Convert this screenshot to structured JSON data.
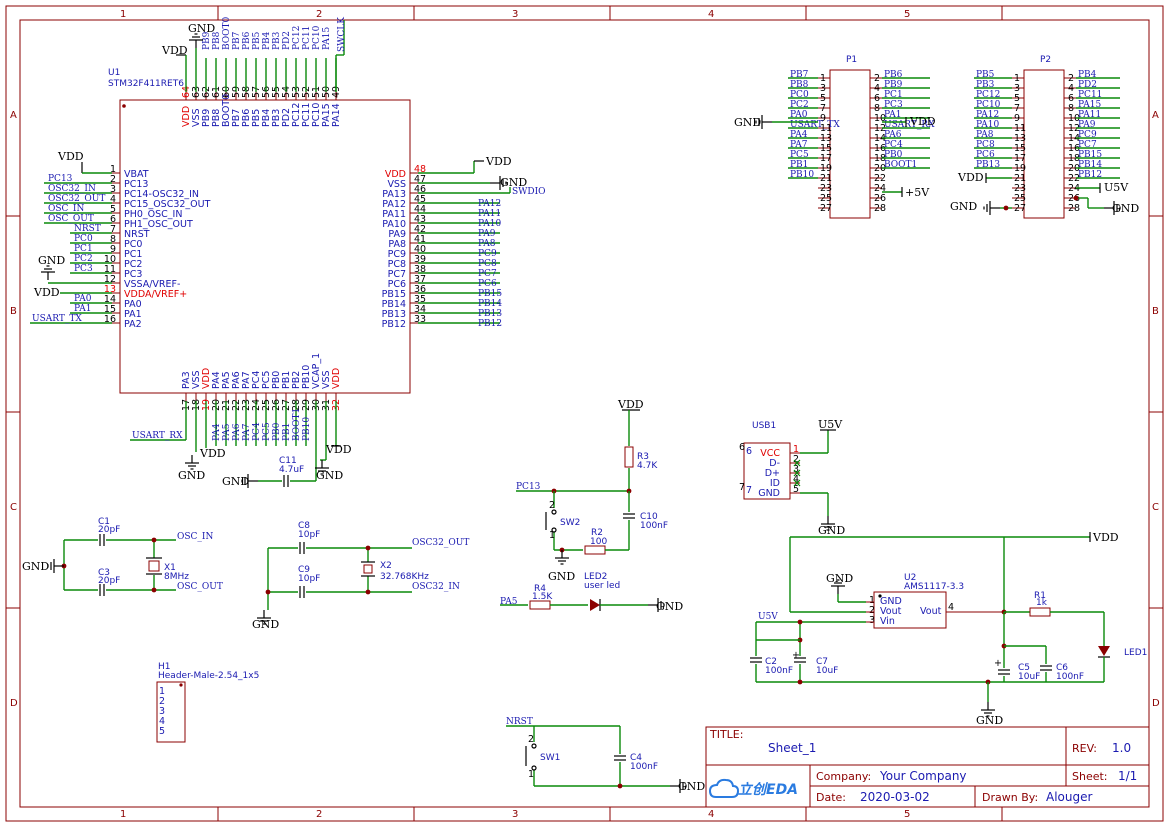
{
  "title_block": {
    "title_label": "TITLE:",
    "title": "Sheet_1",
    "rev_label": "REV:",
    "rev": "1.0",
    "company_label": "Company:",
    "company": "Your Company",
    "sheet_label": "Sheet:",
    "sheet": "1/1",
    "date_label": "Date:",
    "date": "2020-03-02",
    "drawn_label": "Drawn By:",
    "drawn": "Alouger",
    "logo_text": "立创EDA"
  },
  "grid": {
    "cols": [
      "1",
      "2",
      "3",
      "4",
      "5"
    ],
    "rows": [
      "A",
      "B",
      "C",
      "D"
    ]
  },
  "u1": {
    "ref": "U1",
    "part": "STM32F411RET6",
    "top_pins": [
      {
        "num": "64",
        "name": "VDD",
        "net": "",
        "red": true
      },
      {
        "num": "63",
        "name": "VSS",
        "net": "GND"
      },
      {
        "num": "62",
        "name": "PB9",
        "net": "PB9"
      },
      {
        "num": "61",
        "name": "PB8",
        "net": "PB8"
      },
      {
        "num": "60",
        "name": "BOOT0",
        "net": "BOOT0"
      },
      {
        "num": "59",
        "name": "PB7",
        "net": "PB7"
      },
      {
        "num": "58",
        "name": "PB6",
        "net": "PB6"
      },
      {
        "num": "57",
        "name": "PB5",
        "net": "PB5"
      },
      {
        "num": "56",
        "name": "PB4",
        "net": "PB4"
      },
      {
        "num": "55",
        "name": "PB3",
        "net": "PB3"
      },
      {
        "num": "54",
        "name": "PD2",
        "net": "PD2"
      },
      {
        "num": "53",
        "name": "PC12",
        "net": "PC12"
      },
      {
        "num": "52",
        "name": "PC11",
        "net": "PC11"
      },
      {
        "num": "51",
        "name": "PC10",
        "net": "PC10"
      },
      {
        "num": "50",
        "name": "PA15",
        "net": "PA15"
      },
      {
        "num": "49",
        "name": "PA14",
        "net": "SWCLK"
      }
    ],
    "left_pins": [
      {
        "num": "1",
        "name": "VBAT",
        "net": ""
      },
      {
        "num": "2",
        "name": "PC13",
        "net": "PC13"
      },
      {
        "num": "3",
        "name": "PC14-OSC32_IN",
        "net": "OSC32_IN"
      },
      {
        "num": "4",
        "name": "PC15_OSC32_OUT",
        "net": "OSC32_OUT"
      },
      {
        "num": "5",
        "name": "PH0_OSC_IN",
        "net": "OSC_IN"
      },
      {
        "num": "6",
        "name": "PH1_OSC_OUT",
        "net": "OSC_OUT"
      },
      {
        "num": "7",
        "name": "NRST",
        "net": "NRST"
      },
      {
        "num": "8",
        "name": "PC0",
        "net": "PC0"
      },
      {
        "num": "9",
        "name": "PC1",
        "net": "PC1"
      },
      {
        "num": "10",
        "name": "PC2",
        "net": "PC2"
      },
      {
        "num": "11",
        "name": "PC3",
        "net": "PC3"
      },
      {
        "num": "12",
        "name": "VSSA/VREF-",
        "net": ""
      },
      {
        "num": "13",
        "name": "VDDA/VREF+",
        "net": "",
        "red": true
      },
      {
        "num": "14",
        "name": "PA0",
        "net": "PA0"
      },
      {
        "num": "15",
        "name": "PA1",
        "net": "PA1"
      },
      {
        "num": "16",
        "name": "PA2",
        "net": "USART_TX"
      }
    ],
    "right_pins": [
      {
        "num": "48",
        "name": "VDD",
        "net": "",
        "red": true
      },
      {
        "num": "47",
        "name": "VSS",
        "net": ""
      },
      {
        "num": "46",
        "name": "PA13",
        "net": "SWDIO"
      },
      {
        "num": "45",
        "name": "PA12",
        "net": "PA12"
      },
      {
        "num": "44",
        "name": "PA11",
        "net": "PA11"
      },
      {
        "num": "43",
        "name": "PA10",
        "net": "PA10"
      },
      {
        "num": "42",
        "name": "PA9",
        "net": "PA9"
      },
      {
        "num": "41",
        "name": "PA8",
        "net": "PA8"
      },
      {
        "num": "40",
        "name": "PC9",
        "net": "PC9"
      },
      {
        "num": "39",
        "name": "PC8",
        "net": "PC8"
      },
      {
        "num": "38",
        "name": "PC7",
        "net": "PC7"
      },
      {
        "num": "37",
        "name": "PC6",
        "net": "PC6"
      },
      {
        "num": "36",
        "name": "PB15",
        "net": "PB15"
      },
      {
        "num": "35",
        "name": "PB14",
        "net": "PB14"
      },
      {
        "num": "34",
        "name": "PB13",
        "net": "PB13"
      },
      {
        "num": "33",
        "name": "PB12",
        "net": "PB12"
      }
    ],
    "bottom_pins": [
      {
        "num": "17",
        "name": "PA3",
        "net": "USART_RX"
      },
      {
        "num": "18",
        "name": "VSS",
        "net": ""
      },
      {
        "num": "19",
        "name": "VDD",
        "net": "",
        "red": true
      },
      {
        "num": "20",
        "name": "PA4",
        "net": "PA4"
      },
      {
        "num": "21",
        "name": "PA5",
        "net": "PA5"
      },
      {
        "num": "22",
        "name": "PA6",
        "net": "PA6"
      },
      {
        "num": "23",
        "name": "PA7",
        "net": "PA7"
      },
      {
        "num": "24",
        "name": "PC4",
        "net": "PC4"
      },
      {
        "num": "25",
        "name": "PC5",
        "net": "PC5"
      },
      {
        "num": "26",
        "name": "PB0",
        "net": "PB0"
      },
      {
        "num": "27",
        "name": "PB1",
        "net": "PB1"
      },
      {
        "num": "28",
        "name": "PB2",
        "net": "BOOT1"
      },
      {
        "num": "29",
        "name": "PB10",
        "net": "PB10"
      },
      {
        "num": "30",
        "name": "VCAP_1",
        "net": ""
      },
      {
        "num": "31",
        "name": "VSS",
        "net": ""
      },
      {
        "num": "32",
        "name": "VDD",
        "net": "",
        "red": true
      }
    ]
  },
  "p1": {
    "ref": "P1",
    "rows": [
      {
        "l": "PB7",
        "a": "1",
        "b": "2",
        "r": "PB6"
      },
      {
        "l": "PB8",
        "a": "3",
        "b": "4",
        "r": "PB9"
      },
      {
        "l": "PC0",
        "a": "5",
        "b": "6",
        "r": "PC1"
      },
      {
        "l": "PC2",
        "a": "7",
        "b": "8",
        "r": "PC3"
      },
      {
        "l": "PA0",
        "a": "9",
        "b": "10",
        "r": "PA1"
      },
      {
        "l": "USART_TX",
        "a": "11",
        "b": "12",
        "r": "USART_RX"
      },
      {
        "l": "PA4",
        "a": "13",
        "b": "14",
        "r": "PA6"
      },
      {
        "l": "PA7",
        "a": "15",
        "b": "16",
        "r": "PC4"
      },
      {
        "l": "PC5",
        "a": "17",
        "b": "18",
        "r": "PB0"
      },
      {
        "l": "PB1",
        "a": "19",
        "b": "20",
        "r": "BOOT1"
      },
      {
        "l": "PB10",
        "a": "21",
        "b": "22",
        "r": ""
      },
      {
        "l": "",
        "a": "23",
        "b": "24",
        "r": ""
      },
      {
        "l": "",
        "a": "25",
        "b": "26",
        "r": ""
      },
      {
        "l": "",
        "a": "27",
        "b": "28",
        "r": ""
      }
    ]
  },
  "p2": {
    "ref": "P2",
    "rows": [
      {
        "l": "PB5",
        "a": "1",
        "b": "2",
        "r": "PB4"
      },
      {
        "l": "PB3",
        "a": "3",
        "b": "4",
        "r": "PD2"
      },
      {
        "l": "PC12",
        "a": "5",
        "b": "6",
        "r": "PC11"
      },
      {
        "l": "PC10",
        "a": "7",
        "b": "8",
        "r": "PA15"
      },
      {
        "l": "PA12",
        "a": "9",
        "b": "10",
        "r": "PA11"
      },
      {
        "l": "PA10",
        "a": "11",
        "b": "12",
        "r": "PA9"
      },
      {
        "l": "PA8",
        "a": "13",
        "b": "14",
        "r": "PC9"
      },
      {
        "l": "PC8",
        "a": "15",
        "b": "16",
        "r": "PC7"
      },
      {
        "l": "PC6",
        "a": "17",
        "b": "18",
        "r": "PB15"
      },
      {
        "l": "PB13",
        "a": "19",
        "b": "20",
        "r": "PB14"
      },
      {
        "l": "",
        "a": "21",
        "b": "22",
        "r": "PB12"
      },
      {
        "l": "",
        "a": "23",
        "b": "24",
        "r": ""
      },
      {
        "l": "",
        "a": "25",
        "b": "26",
        "r": ""
      },
      {
        "l": "",
        "a": "27",
        "b": "28",
        "r": ""
      }
    ]
  },
  "power": {
    "gnd": "GND",
    "vdd": "VDD",
    "u5v": "U5V",
    "p5v": "+5V"
  },
  "components": {
    "c1": {
      "ref": "C1",
      "val": "20pF"
    },
    "c3": {
      "ref": "C3",
      "val": "20pF"
    },
    "x1": {
      "ref": "X1",
      "val": "8MHz"
    },
    "c8": {
      "ref": "C8",
      "val": "10pF"
    },
    "c9": {
      "ref": "C9",
      "val": "10pF"
    },
    "x2": {
      "ref": "X2",
      "val": "32.768KHz"
    },
    "c11": {
      "ref": "C11",
      "val": "4.7uF"
    },
    "r3": {
      "ref": "R3",
      "val": "4.7K"
    },
    "c10": {
      "ref": "C10",
      "val": "100nF"
    },
    "sw2": {
      "ref": "SW2"
    },
    "r2": {
      "ref": "R2",
      "val": "100"
    },
    "r4": {
      "ref": "R4",
      "val": "1.5K"
    },
    "led2": {
      "ref": "LED2",
      "val": "user led"
    },
    "sw1": {
      "ref": "SW1"
    },
    "c4": {
      "ref": "C4",
      "val": "100nF"
    },
    "h1": {
      "ref": "H1",
      "val": "Header-Male-2.54_1x5",
      "pins": [
        "1",
        "2",
        "3",
        "4",
        "5"
      ]
    },
    "usb1": {
      "ref": "USB1",
      "pins": [
        {
          "num": "1",
          "name": "VCC"
        },
        {
          "num": "2",
          "name": "D-"
        },
        {
          "num": "3",
          "name": "D+"
        },
        {
          "num": "4",
          "name": "ID"
        },
        {
          "num": "5",
          "name": "GND"
        }
      ],
      "shield6": "6",
      "shield7": "7"
    },
    "u2": {
      "ref": "U2",
      "val": "AMS1117-3.3",
      "pins": [
        {
          "num": "1",
          "name": "GND"
        },
        {
          "num": "2",
          "name": "Vout"
        },
        {
          "num": "3",
          "name": "Vin"
        },
        {
          "num": "4",
          "name": "Vout"
        }
      ]
    },
    "r1": {
      "ref": "R1",
      "val": "1k"
    },
    "led1": {
      "ref": "LED1"
    },
    "c2": {
      "ref": "C2",
      "val": "100nF"
    },
    "c7": {
      "ref": "C7",
      "val": "10uF"
    },
    "c5": {
      "ref": "C5",
      "val": "10uF"
    },
    "c6": {
      "ref": "C6",
      "val": "100nF"
    }
  },
  "nets": {
    "osc_in": "OSC_IN",
    "osc_out": "OSC_OUT",
    "osc32_out": "OSC32_OUT",
    "osc32_in": "OSC32_IN",
    "pc13": "PC13",
    "pa5": "PA5",
    "nrst": "NRST",
    "u5v": "U5V",
    "swdio": "SWDIO",
    "usart_rx": "USART_RX",
    "usart_tx": "USART_TX"
  }
}
